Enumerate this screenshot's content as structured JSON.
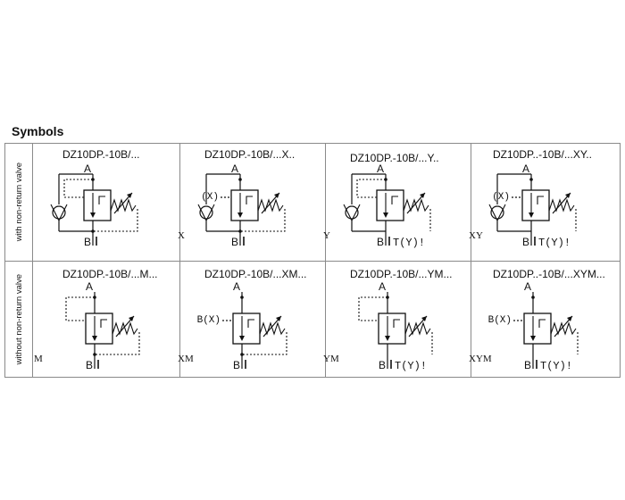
{
  "title": "Symbols",
  "rows": [
    {
      "label": "with non-return valve",
      "cells": [
        {
          "model": "DZ10DP.-10B/...",
          "code": "",
          "port_a": "A",
          "port_b": "B",
          "x_label": "",
          "tail_label": "",
          "check_valve": true,
          "ext_pilot": false,
          "ext_drain": false
        },
        {
          "model": "DZ10DP.-10B/...X..",
          "code": "X",
          "port_a": "A",
          "port_b": "B",
          "x_label": "(X)",
          "tail_label": "",
          "check_valve": true,
          "ext_pilot": true,
          "ext_drain": false
        },
        {
          "model": "DZ10DP.-10B/...Y..",
          "code": "Y",
          "port_a": "A",
          "port_b": "B",
          "x_label": "",
          "tail_label": "T(Y)!",
          "check_valve": true,
          "ext_pilot": false,
          "ext_drain": true
        },
        {
          "model": "DZ10DP..-10B/...XY..",
          "code": "XY",
          "port_a": "A",
          "port_b": "B",
          "x_label": "(X)",
          "tail_label": "T(Y)!",
          "check_valve": true,
          "ext_pilot": true,
          "ext_drain": true
        }
      ]
    },
    {
      "label": "without non-return valve",
      "cells": [
        {
          "model": "DZ10DP.-10B/...M...",
          "code": "M",
          "port_a": "A",
          "port_b": "B",
          "x_label": "",
          "tail_label": "",
          "check_valve": false,
          "ext_pilot": false,
          "ext_drain": false
        },
        {
          "model": "DZ10DP.-10B/...XM...",
          "code": "XM",
          "port_a": "A",
          "port_b": "B",
          "x_label": "B(X)",
          "tail_label": "",
          "check_valve": false,
          "ext_pilot": true,
          "ext_drain": false
        },
        {
          "model": "DZ10DP.-10B/...YM...",
          "code": "YM",
          "port_a": "A",
          "port_b": "B",
          "x_label": "",
          "tail_label": "T(Y)!",
          "check_valve": false,
          "ext_pilot": false,
          "ext_drain": true
        },
        {
          "model": "DZ10DP..-10B/...XYM...",
          "code": "XYM",
          "port_a": "A",
          "port_b": "B",
          "x_label": "B(X)",
          "tail_label": "T(Y)!",
          "check_valve": false,
          "ext_pilot": true,
          "ext_drain": true
        }
      ]
    }
  ]
}
